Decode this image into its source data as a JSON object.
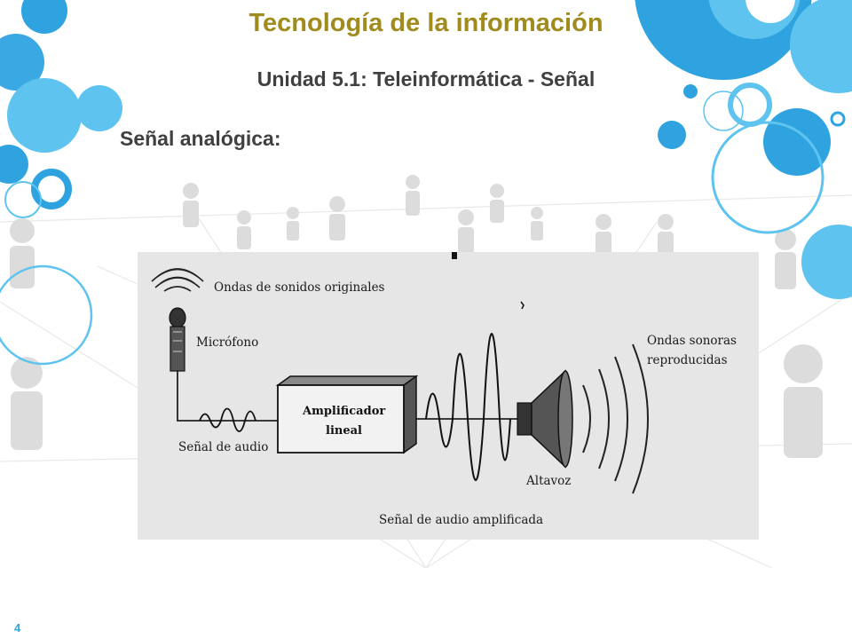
{
  "slide": {
    "title": "Tecnología de la información",
    "subtitle": "Unidad 5.1: Teleinformática - Señal",
    "section_heading": "Señal analógica:",
    "slide_number": "4"
  },
  "colors": {
    "title": "#a08c1e",
    "subtitle": "#404040",
    "heading": "#404040",
    "accent_blue": "#2ea3e0",
    "accent_light_blue": "#5ec4ef",
    "diagram_bg": "#e6e6e6"
  },
  "diagram": {
    "labels": {
      "original_waves": "Ondas de sonidos originales",
      "microphone": "Micrófono",
      "audio_signal": "Señal de audio",
      "amplifier_line1": "Amplificador",
      "amplifier_line2": "lineal",
      "reproduced_line1": "Ondas sonoras",
      "reproduced_line2": "reproducidas",
      "speaker": "Altavoz",
      "amplified_signal": "Señal de audio amplificada"
    }
  }
}
